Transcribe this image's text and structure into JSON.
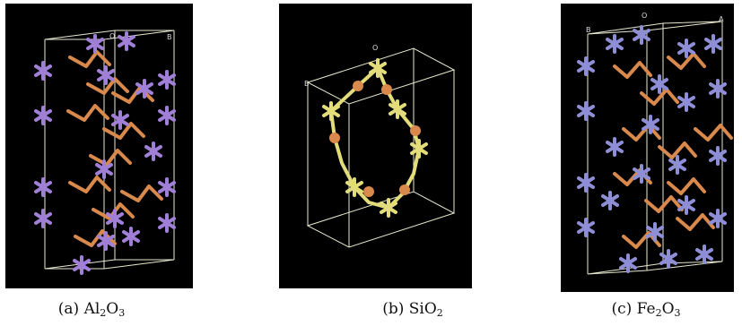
{
  "figure": {
    "panels": [
      {
        "id": "a",
        "caption_prefix": "(a) ",
        "formula_parts": [
          "Al",
          "2",
          "O",
          "3"
        ],
        "metal_color": "#a07fd6",
        "oxygen_color": "#d9894c",
        "axis_letters": [
          "O",
          "B"
        ]
      },
      {
        "id": "b",
        "caption_prefix": "(b) ",
        "formula_parts": [
          "SiO",
          "2"
        ],
        "metal_color": "#e2dd7a",
        "oxygen_color": "#d9894c",
        "axis_letters": [
          "O",
          "B"
        ]
      },
      {
        "id": "c",
        "caption_prefix": "(c) ",
        "formula_parts": [
          "Fe",
          "2",
          "O",
          "3"
        ],
        "metal_color": "#8e8ed6",
        "oxygen_color": "#d9894c",
        "axis_letters": [
          "O",
          "B",
          "A"
        ]
      }
    ]
  }
}
